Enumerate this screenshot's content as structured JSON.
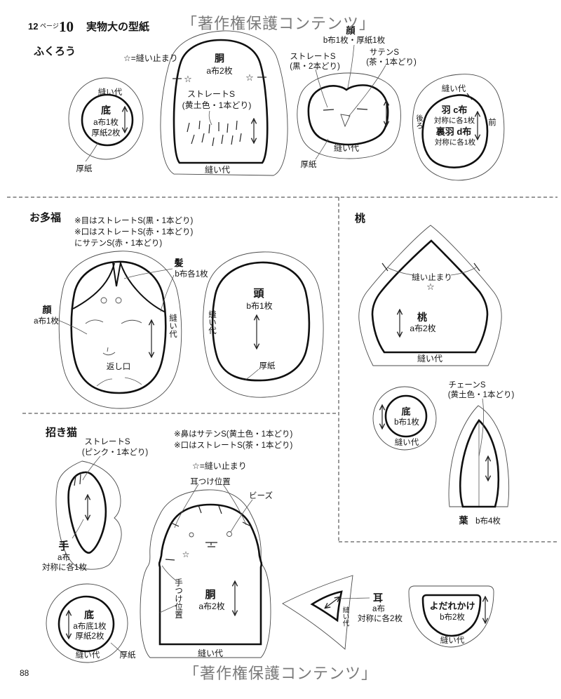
{
  "page": {
    "number": "88",
    "watermark": "「著作権保護コンテンツ」"
  },
  "header": {
    "page_num": "12",
    "page_suffix": "ページ",
    "pattern_no": "10",
    "title": "実物大の型紙"
  },
  "owl": {
    "heading": "ふくろう",
    "legend": "☆=縫い止まり",
    "star": "☆",
    "bottom": {
      "seam": "縫い代",
      "name": "底",
      "cloth": "a布1枚",
      "card_qty": "厚紙2枚",
      "cardboard": "厚紙"
    },
    "body": {
      "name": "胴",
      "cloth": "a布2枚",
      "stitch": "ストレートS",
      "stitch_detail": "(黄土色・1本どり)",
      "seam": "縫い代"
    },
    "face": {
      "name": "顔",
      "cloth": "b布1枚・厚紙1枚",
      "stitch_left": "ストレートS",
      "stitch_left_detail": "(黒・2本どり)",
      "stitch_right": "サテンS",
      "stitch_right_detail": "(茶・1本どり)",
      "seam": "縫い代",
      "cardboard": "厚紙"
    },
    "wing": {
      "seam": "縫い代",
      "name": "羽 c布",
      "qty": "対称に各1枚",
      "name2": "裏羽 d布",
      "qty2": "対称に各1枚",
      "back": "後ろ",
      "front": "前"
    }
  },
  "otafuku": {
    "heading": "お多福",
    "note1": "※目はストレートS(黒・1本どり)",
    "note2": "※口はストレートS(赤・1本どり)",
    "note3": "にサテンS(赤・1本どり)",
    "face": {
      "name": "顔",
      "cloth": "a布1枚",
      "hair": "髪",
      "hair_cloth": "b布各1枚",
      "seam": "縫い代",
      "opening": "返し口"
    },
    "head": {
      "name": "頭",
      "cloth": "b布1枚",
      "seam": "縫い代",
      "cardboard": "厚紙"
    }
  },
  "peach": {
    "heading": "桃",
    "body": {
      "stop": "縫い止まり",
      "star": "☆",
      "name": "桃",
      "cloth": "a布2枚",
      "seam": "縫い代"
    },
    "bottom": {
      "name": "底",
      "cloth": "b布1枚",
      "seam": "縫い代"
    },
    "leaf": {
      "stitch": "チェーンS",
      "stitch_detail": "(黄土色・1本どり)",
      "name": "葉",
      "cloth": "b布4枚"
    }
  },
  "cat": {
    "heading": "招き猫",
    "note1": "※鼻はサテンS(黄土色・1本どり)",
    "note2": "※口はストレートS(茶・1本どり)",
    "legend": "☆=縫い止まり",
    "star": "☆",
    "paw": {
      "stitch": "ストレートS",
      "stitch_detail": "(ピンク・1本どり)",
      "name": "手",
      "cloth": "a布",
      "qty": "対称に各1枚"
    },
    "body": {
      "ear_pos": "耳つけ位置",
      "beads": "ビーズ",
      "hand_pos": "手つけ位置",
      "name": "胴",
      "cloth": "a布2枚",
      "seam": "縫い代"
    },
    "bottom": {
      "name": "底",
      "cloth": "a布底1枚",
      "card_qty": "厚紙2枚",
      "seam": "縫い代",
      "cardboard": "厚紙"
    },
    "ear": {
      "name": "耳",
      "cloth": "a布",
      "qty": "対称に各2枚",
      "seam": "縫い代"
    },
    "bib": {
      "name": "よだれかけ",
      "cloth": "b布2枚",
      "seam": "縫い代"
    }
  }
}
